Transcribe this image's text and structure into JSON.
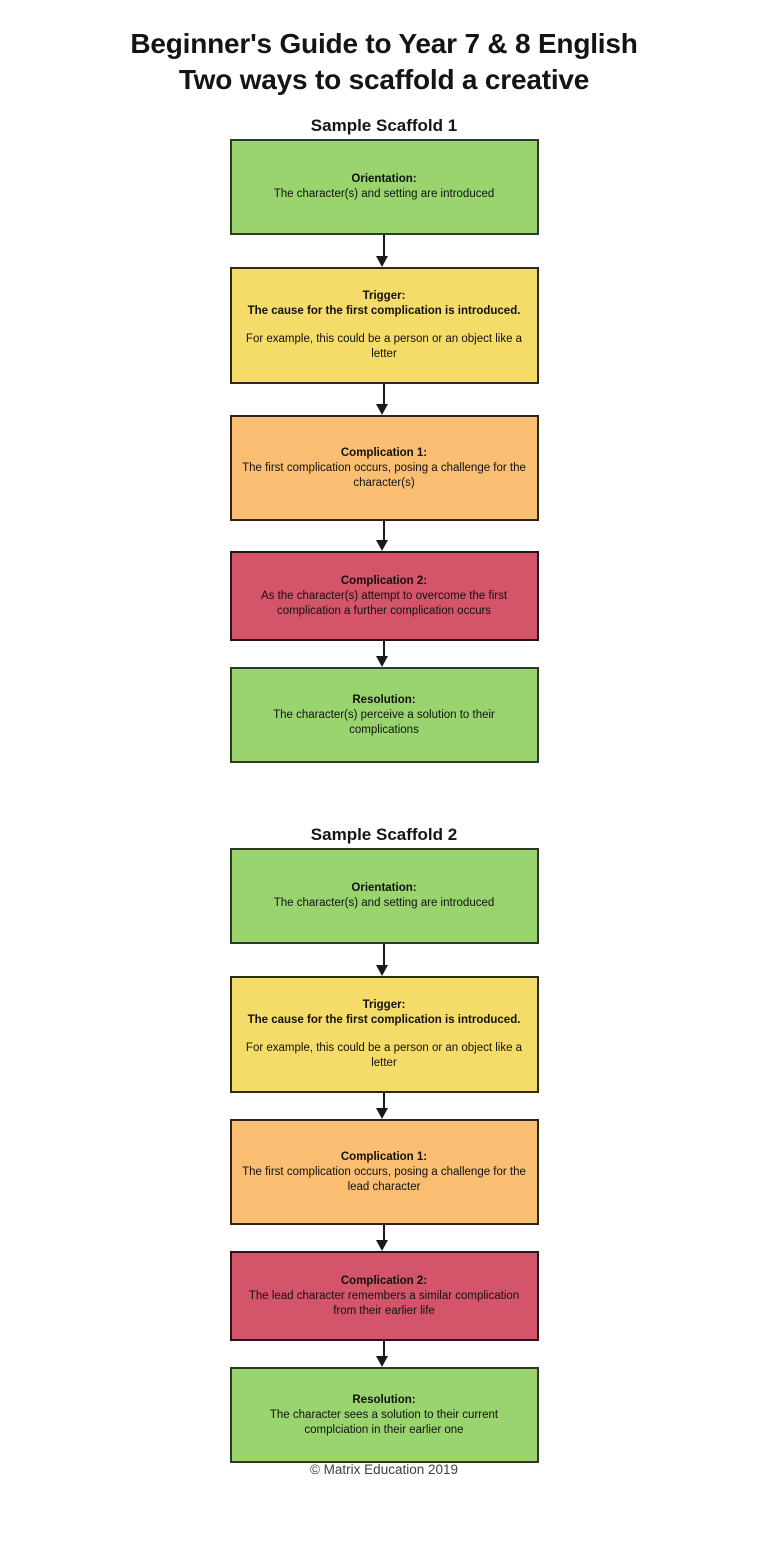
{
  "title": {
    "line1": "Beginner's Guide to Year 7 & 8 English",
    "line2": "Two ways to scaffold a creative"
  },
  "colors": {
    "green": "#9ad46e",
    "yellow": "#f5dc69",
    "orange": "#f9be71",
    "red": "#d4546a",
    "border": "#2b2b2b",
    "arrow": "#1a1a1a"
  },
  "scaffold1": {
    "heading": "Sample Scaffold 1",
    "steps": [
      {
        "heading": "Orientation:",
        "body": "The character(s) and setting are introduced",
        "body_bold": false,
        "extra": "",
        "color": "green",
        "height": 96
      },
      {
        "heading": "Trigger:",
        "body": "The cause for the first complication is introduced.",
        "body_bold": true,
        "extra": "For example, this could be a person or an object like a letter",
        "color": "yellow",
        "height": 117
      },
      {
        "heading": "Complication 1:",
        "body": "The first complication occurs, posing a challenge for the character(s)",
        "body_bold": false,
        "extra": "",
        "color": "orange",
        "height": 106
      },
      {
        "heading": "Complication 2:",
        "body": "As the character(s) attempt to overcome the first complication a further complication occurs",
        "body_bold": false,
        "extra": "",
        "color": "red",
        "height": 90
      },
      {
        "heading": "Resolution:",
        "body": "The character(s) perceive a solution to their complications",
        "body_bold": false,
        "extra": "",
        "color": "green",
        "height": 96
      }
    ]
  },
  "scaffold2": {
    "heading": "Sample Scaffold 2",
    "steps": [
      {
        "heading": "Orientation:",
        "body": "The character(s) and setting are introduced",
        "body_bold": false,
        "extra": "",
        "color": "green",
        "height": 96
      },
      {
        "heading": "Trigger:",
        "body": "The cause for the first complication is introduced.",
        "body_bold": true,
        "extra": "For example, this could be a person or an object like a letter",
        "color": "yellow",
        "height": 117
      },
      {
        "heading": "Complication 1:",
        "body": "The first complication occurs, posing a challenge for the lead character",
        "body_bold": false,
        "extra": "",
        "color": "orange",
        "height": 106
      },
      {
        "heading": "Complication 2:",
        "body": "The lead character remembers a similar complication from their earlier life",
        "body_bold": false,
        "extra": "",
        "color": "red",
        "height": 90
      },
      {
        "heading": "Resolution:",
        "body": "The character sees a solution to their current complciation in their earlier one",
        "body_bold": false,
        "extra": "",
        "color": "green",
        "height": 96
      }
    ]
  },
  "footer": {
    "copyright": "© Matrix Education 2019"
  }
}
